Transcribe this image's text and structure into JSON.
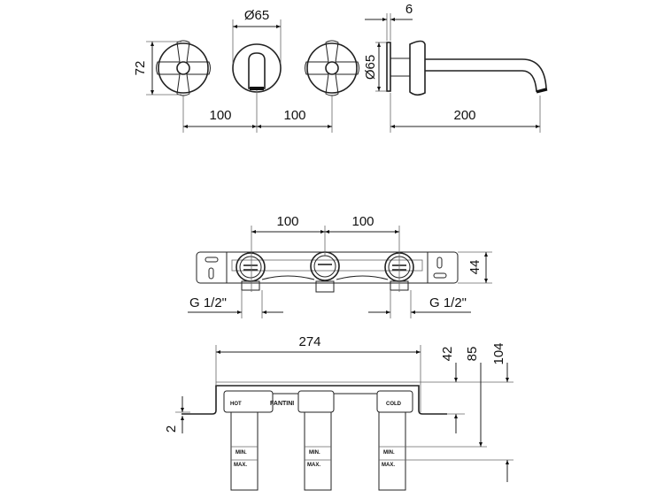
{
  "top_view": {
    "handle_height": "72",
    "spout_diameter": "Ø65",
    "spacing_left": "100",
    "spacing_right": "100",
    "plate_thickness": "6",
    "plate_diameter": "Ø65",
    "spout_length": "200"
  },
  "body_front_view": {
    "spacing_left": "100",
    "spacing_right": "100",
    "height": "44",
    "thread_left": "G 1/2\"",
    "thread_right": "G 1/2\""
  },
  "body_side_view": {
    "width": "274",
    "depth_1": "42",
    "depth_2": "85",
    "depth_3": "104",
    "offset": "2",
    "label_hot": "HOT",
    "label_brand": "FANTINI",
    "label_cold": "COLD",
    "label_min": "MIN.",
    "label_max": "MAX."
  }
}
